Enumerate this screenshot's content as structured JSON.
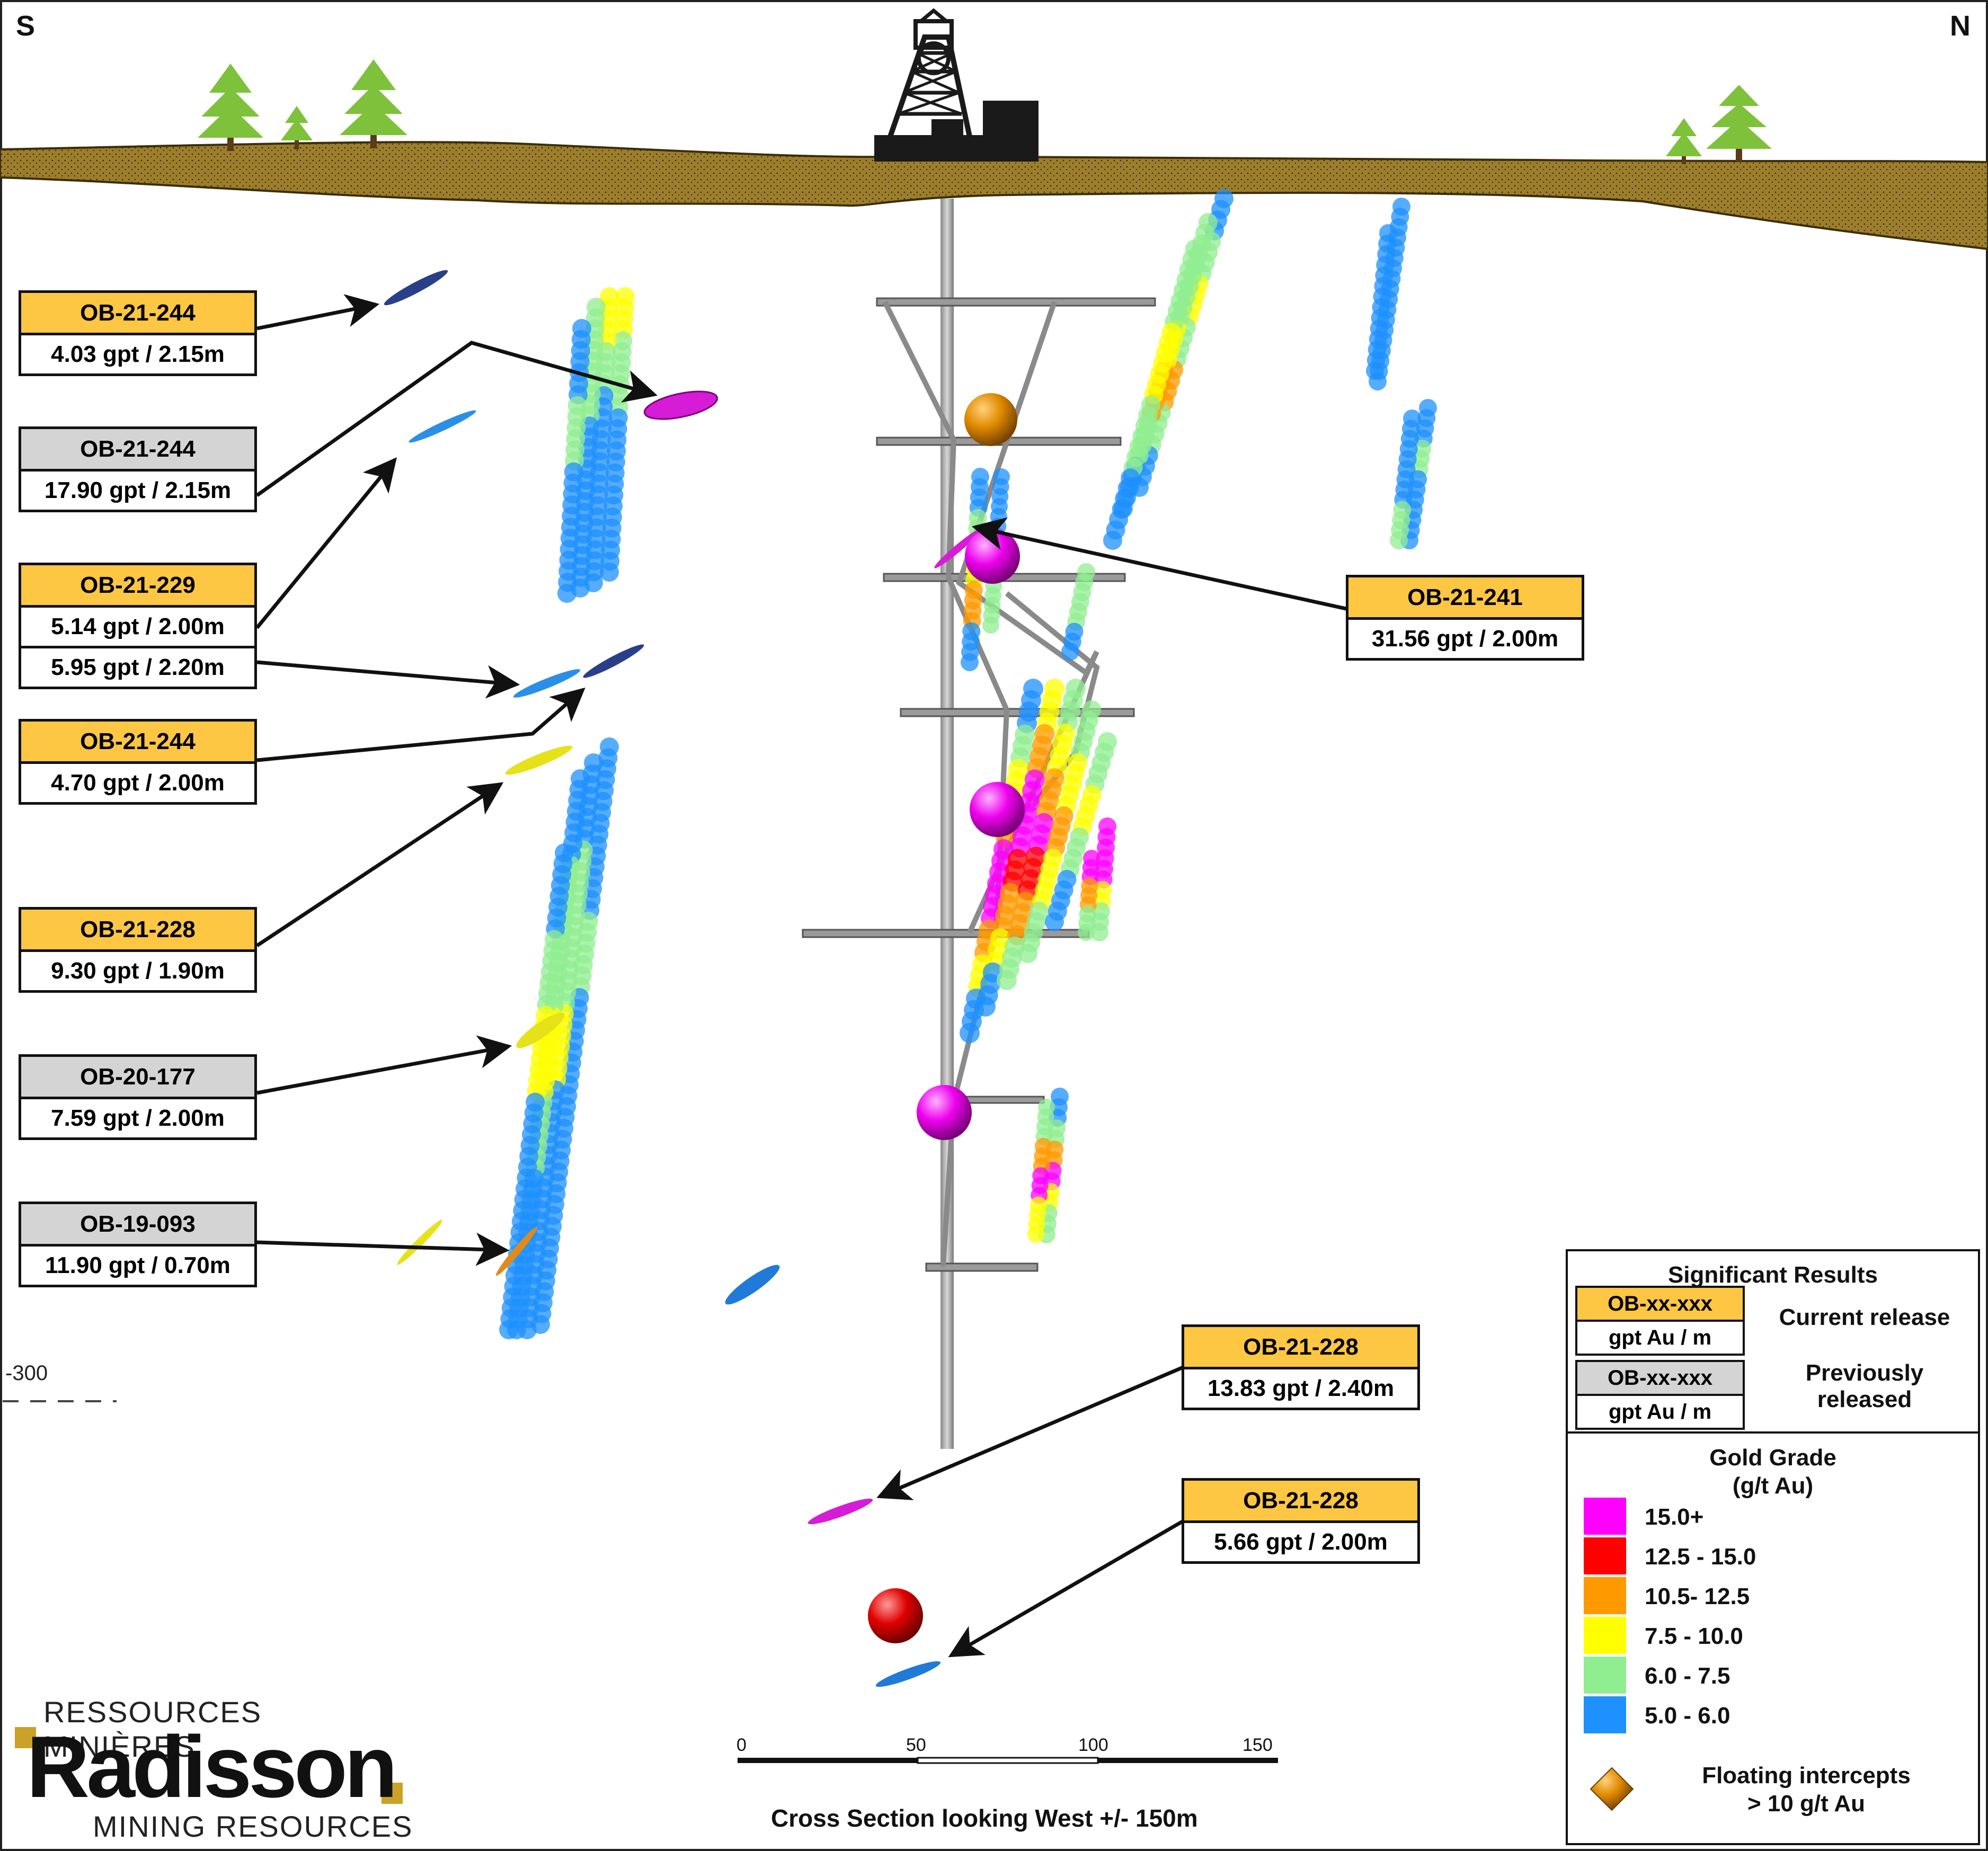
{
  "compass": {
    "south": "S",
    "north": "N"
  },
  "depth_marker": "-300",
  "labels": [
    {
      "id": "OB-21-244",
      "status": "current",
      "value": "4.03 gpt / 2.15m"
    },
    {
      "id": "OB-21-244",
      "status": "previous",
      "value": "17.90 gpt / 2.15m"
    },
    {
      "id": "OB-21-229",
      "status": "current",
      "value": "5.14 gpt / 2.00m",
      "value2": "5.95 gpt / 2.20m"
    },
    {
      "id": "OB-21-244",
      "status": "current",
      "value": "4.70 gpt / 2.00m"
    },
    {
      "id": "OB-21-228",
      "status": "current",
      "value": "9.30 gpt / 1.90m"
    },
    {
      "id": "OB-20-177",
      "status": "previous",
      "value": "7.59 gpt / 2.00m"
    },
    {
      "id": "OB-19-093",
      "status": "previous",
      "value": "11.90 gpt / 0.70m"
    },
    {
      "id": "OB-21-241",
      "status": "current",
      "value": "31.56 gpt / 2.00m"
    },
    {
      "id": "OB-21-228",
      "status": "current",
      "value": "13.83 gpt / 2.40m"
    },
    {
      "id": "OB-21-228",
      "status": "current",
      "value": "5.66 gpt / 2.00m"
    }
  ],
  "legend": {
    "significant_title": "Significant Results",
    "sample_id": "OB-xx-xxx",
    "sample_unit": "gpt Au / m",
    "current": "Current release",
    "previous_1": "Previously",
    "previous_2": "released",
    "grade_title_1": "Gold Grade",
    "grade_title_2": "(g/t Au)",
    "grades": [
      {
        "label": "15.0+",
        "color": "#ff00ff"
      },
      {
        "label": "12.5 - 15.0",
        "color": "#ff0000"
      },
      {
        "label": "10.5- 12.5",
        "color": "#ff9900"
      },
      {
        "label": "7.5 - 10.0",
        "color": "#ffff00"
      },
      {
        "label": "6.0 - 7.5",
        "color": "#90ee90"
      },
      {
        "label": "5.0 - 6.0",
        "color": "#1e90ff"
      }
    ],
    "floating_1": "Floating intercepts",
    "floating_2": "> 10 g/t Au"
  },
  "scale": {
    "ticks": [
      "0",
      "50",
      "100",
      "150"
    ],
    "title": "Cross Section looking West +/- 150m"
  },
  "logo": {
    "line1": "RESSOURCES MINIÈRES",
    "name": "Radisson",
    "line2": "MINING RESOURCES"
  }
}
